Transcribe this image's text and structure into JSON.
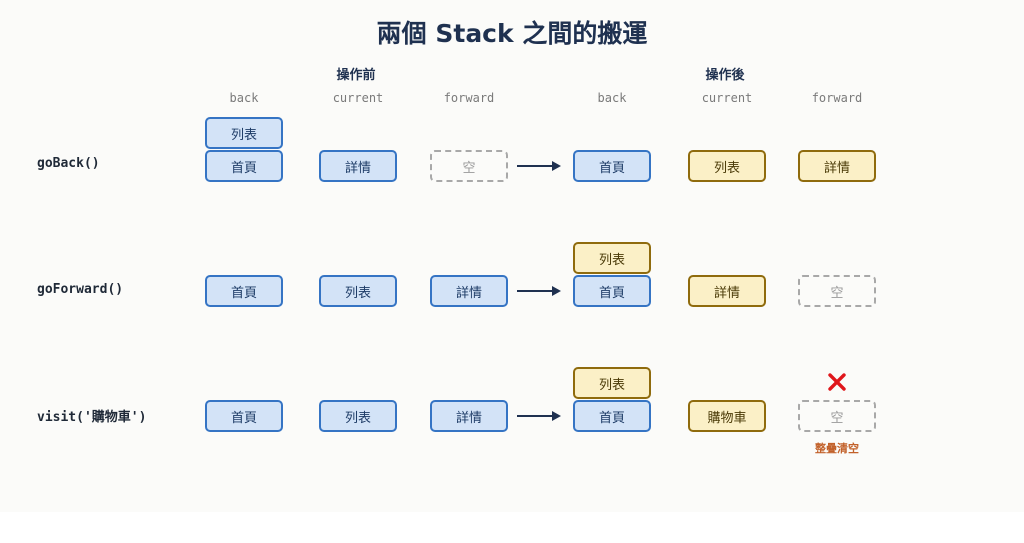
{
  "title": "兩個 Stack 之間的搬運",
  "groups": {
    "before": "操作前",
    "after": "操作後"
  },
  "columns": {
    "back": "back",
    "current": "current",
    "forward": "forward"
  },
  "rows": [
    {
      "label": "goBack()",
      "before": {
        "back": [
          "列表",
          "首頁"
        ],
        "current": "詳情",
        "forward": "空"
      },
      "after": {
        "back": [
          "首頁"
        ],
        "current": "列表",
        "forward": "詳情"
      }
    },
    {
      "label": "goForward()",
      "before": {
        "back": [
          "首頁"
        ],
        "current": "列表",
        "forward": "詳情"
      },
      "after": {
        "back": [
          "列表",
          "首頁"
        ],
        "current": "詳情",
        "forward": "空"
      }
    },
    {
      "label": "visit('購物車')",
      "before": {
        "back": [
          "首頁"
        ],
        "current": "列表",
        "forward": "詳情"
      },
      "after": {
        "back": [
          "列表",
          "首頁"
        ],
        "current": "購物車",
        "forward": "空"
      },
      "note": "整疊清空"
    }
  ],
  "colors": {
    "stack_fill": "#d3e3f7",
    "stack_border": "#3574c4",
    "moved_fill": "#fbf0c7",
    "moved_border": "#8f6b0d",
    "empty_border": "#a8a8a8",
    "arrow": "#1f3150",
    "cross": "#e0161b",
    "note": "#c2612a"
  }
}
